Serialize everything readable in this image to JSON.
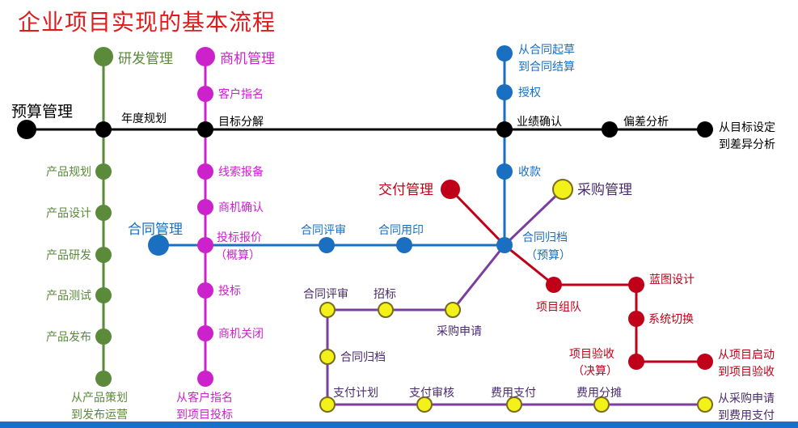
{
  "title": "企业项目实现的基本流程",
  "colors": {
    "green": "#5a8a3a",
    "magenta": "#cc22cc",
    "blue": "#1a6fc0",
    "black": "#000000",
    "red": "#c00018",
    "yellow": "#f2f21a",
    "purple": "#7a3ea0",
    "title": "#e01b1b"
  },
  "lines": {
    "budget": {
      "name": "预算管理",
      "nodes": {
        "annual_plan": "年度规划",
        "target_decomp": "目标分解",
        "perf_confirm": "业绩确认",
        "variance": "偏差分析"
      },
      "range": [
        "从目标设定",
        "到差异分析"
      ]
    },
    "rnd": {
      "name": "研发管理",
      "nodes": [
        "产品规划",
        "产品设计",
        "产品研发",
        "产品测试",
        "产品发布"
      ],
      "range": [
        "从产品策划",
        "到发布运营"
      ]
    },
    "opportunity": {
      "name": "商机管理",
      "nodes": {
        "customer": "客户指名",
        "leads": "线索报备",
        "confirm": "商机确认",
        "quote": "投标报价",
        "quote_sub": "（概算）",
        "bid": "投标",
        "close": "商机关闭"
      },
      "range": [
        "从客户指名",
        "到项目投标"
      ]
    },
    "contract": {
      "name": "合同管理",
      "nodes": {
        "review": "合同评审",
        "seal": "合同用印",
        "archive": "合同归档",
        "archive_sub": "（预算）",
        "collect": "收款",
        "authorize": "授权"
      },
      "range": [
        "从合同起草",
        "到合同结算"
      ]
    },
    "delivery": {
      "name": "交付管理",
      "nodes": {
        "team": "项目组队",
        "blueprint": "蓝图设计",
        "switch": "系统切换",
        "accept": "项目验收",
        "accept_sub": "（决算）"
      },
      "range": [
        "从项目启动",
        "到项目验收"
      ]
    },
    "procurement": {
      "name": "采购管理",
      "nodes": {
        "request": "采购申请",
        "review": "合同评审",
        "tender": "招标",
        "archive": "合同归档",
        "plan": "支付计划",
        "audit": "支付审核",
        "pay": "费用支付",
        "allocate": "费用分摊"
      },
      "range": [
        "从采购申请",
        "到费用支付"
      ]
    }
  }
}
